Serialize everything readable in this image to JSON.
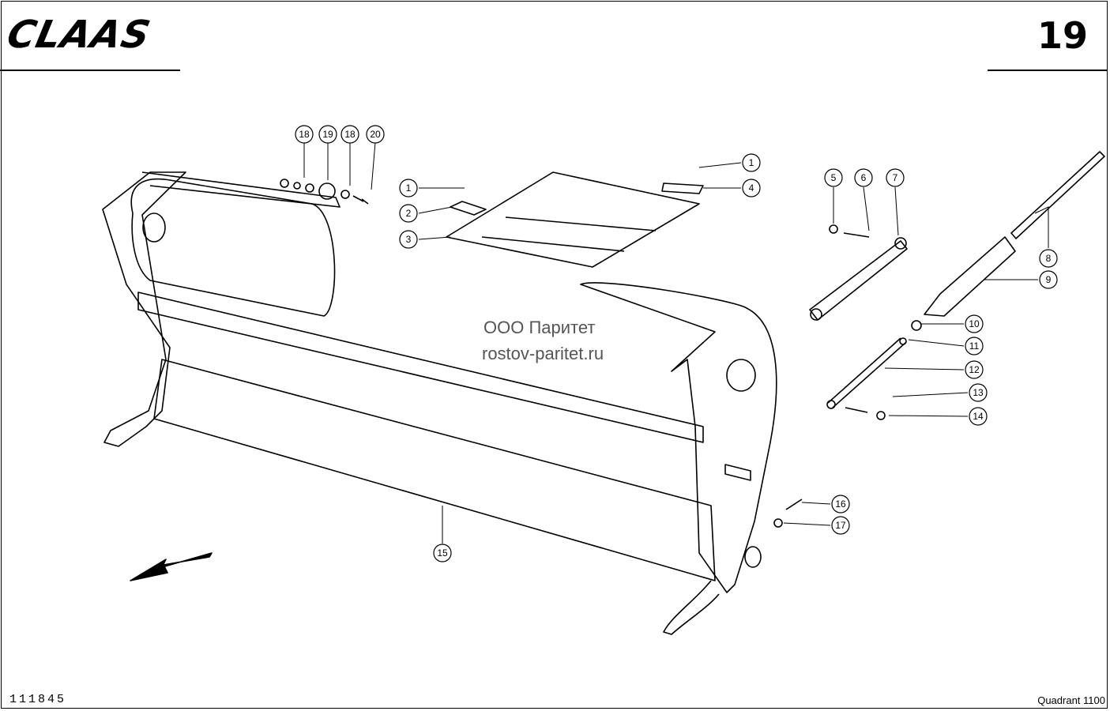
{
  "header": {
    "brand": "CLAAS",
    "page_number": "19"
  },
  "watermark": {
    "company": "ООО Паритет",
    "website": "rostov-paritet.ru"
  },
  "footer": {
    "drawing_number": "111845",
    "model": "Quadrant 1100"
  },
  "callouts": [
    {
      "id": "c18a",
      "label": "18"
    },
    {
      "id": "c19",
      "label": "19"
    },
    {
      "id": "c18b",
      "label": "18"
    },
    {
      "id": "c20",
      "label": "20"
    },
    {
      "id": "c1a",
      "label": "1"
    },
    {
      "id": "c2",
      "label": "2"
    },
    {
      "id": "c3",
      "label": "3"
    },
    {
      "id": "c1b",
      "label": "1"
    },
    {
      "id": "c4",
      "label": "4"
    },
    {
      "id": "c5",
      "label": "5"
    },
    {
      "id": "c6",
      "label": "6"
    },
    {
      "id": "c7",
      "label": "7"
    },
    {
      "id": "c8",
      "label": "8"
    },
    {
      "id": "c9",
      "label": "9"
    },
    {
      "id": "c10",
      "label": "10"
    },
    {
      "id": "c11",
      "label": "11"
    },
    {
      "id": "c12",
      "label": "12"
    },
    {
      "id": "c13",
      "label": "13"
    },
    {
      "id": "c14",
      "label": "14"
    },
    {
      "id": "c15",
      "label": "15"
    },
    {
      "id": "c16",
      "label": "16"
    },
    {
      "id": "c17",
      "label": "17"
    }
  ]
}
